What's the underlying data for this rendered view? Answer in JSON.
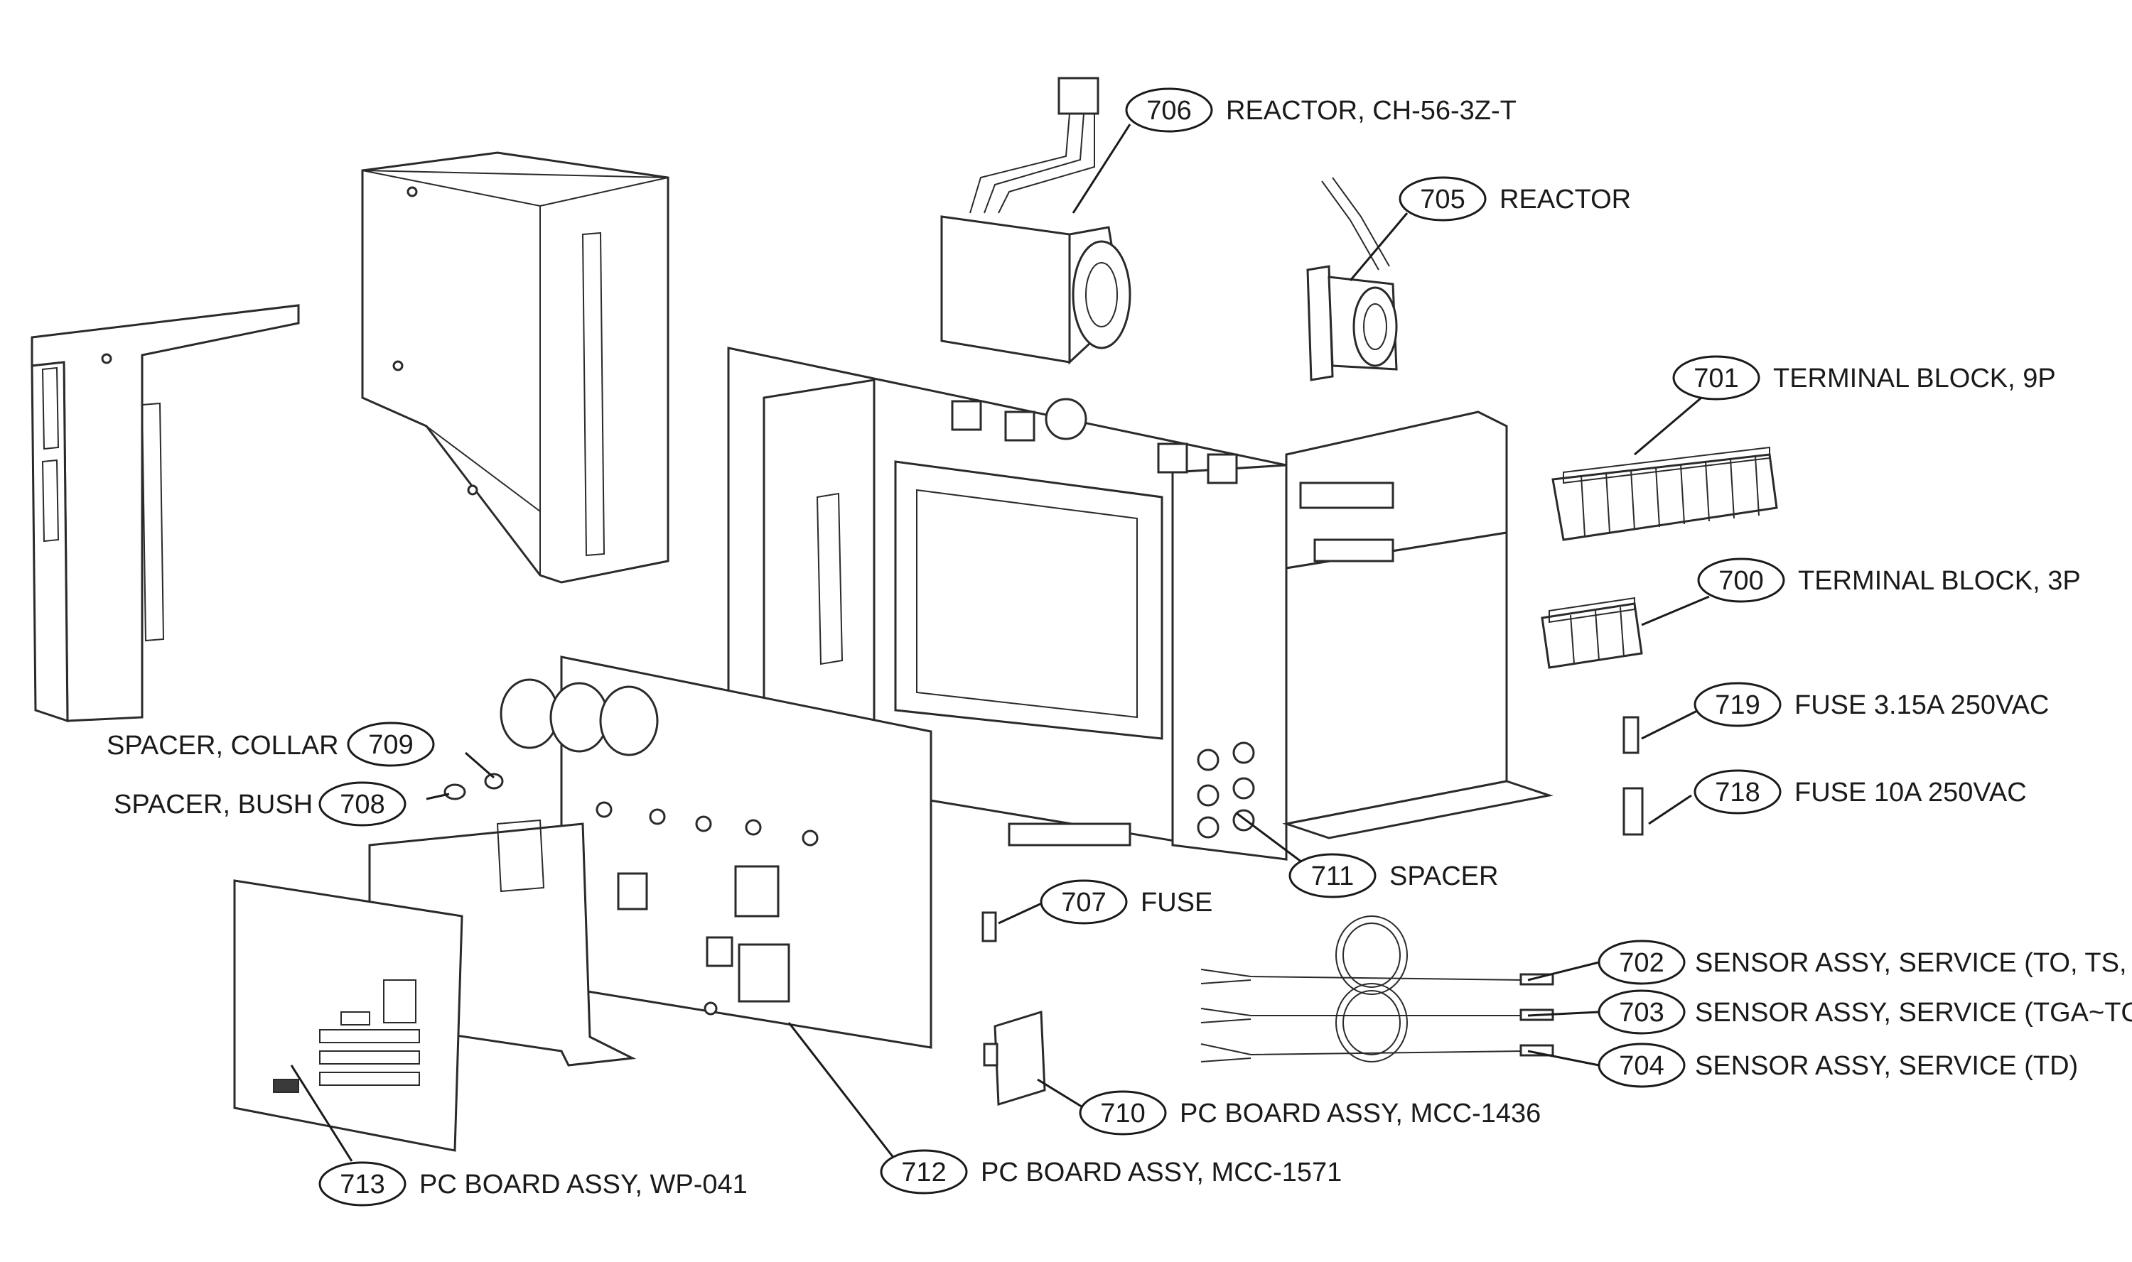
{
  "colors": {
    "ink": "#1a1a1a",
    "background": "#ffffff"
  },
  "callouts": [
    {
      "num": "706",
      "label": "REACTOR, CH-56-3Z-T"
    },
    {
      "num": "705",
      "label": "REACTOR"
    },
    {
      "num": "701",
      "label": "TERMINAL BLOCK, 9P"
    },
    {
      "num": "700",
      "label": "TERMINAL BLOCK, 3P"
    },
    {
      "num": "719",
      "label": "FUSE 3.15A 250VAC"
    },
    {
      "num": "718",
      "label": "FUSE 10A 250VAC"
    },
    {
      "num": "709",
      "label": "SPACER, COLLAR"
    },
    {
      "num": "708",
      "label": "SPACER, BUSH"
    },
    {
      "num": "711",
      "label": "SPACER"
    },
    {
      "num": "707",
      "label": "FUSE"
    },
    {
      "num": "702",
      "label": "SENSOR ASSY, SERVICE (TO, TS, TE)"
    },
    {
      "num": "703",
      "label": "SENSOR ASSY, SERVICE (TGA~TGC)"
    },
    {
      "num": "704",
      "label": "SENSOR ASSY, SERVICE (TD)"
    },
    {
      "num": "710",
      "label": "PC BOARD ASSY, MCC-1436"
    },
    {
      "num": "712",
      "label": "PC BOARD ASSY, MCC-1571"
    },
    {
      "num": "713",
      "label": "PC BOARD ASSY, WP-041"
    }
  ]
}
